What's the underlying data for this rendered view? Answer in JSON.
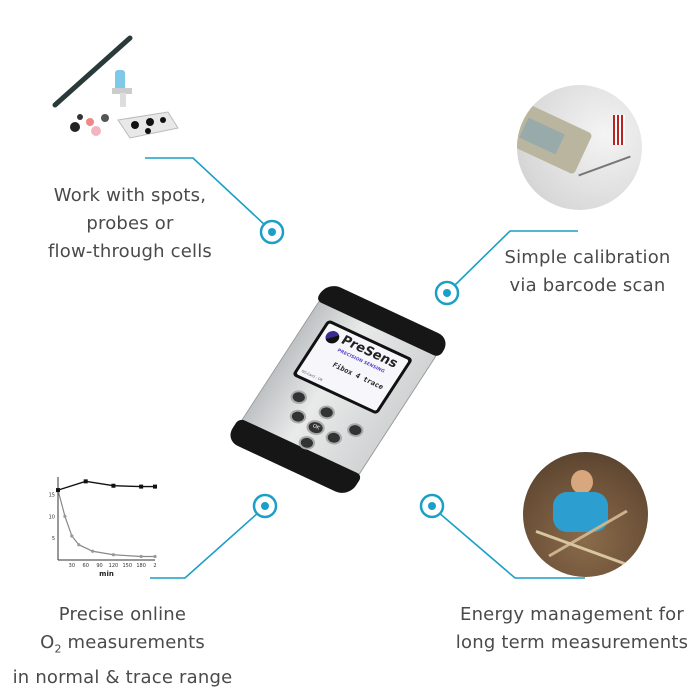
{
  "accent_color": "#1a9fc6",
  "features": [
    {
      "lines": [
        "Work with spots,",
        "probes or",
        "flow-through cells"
      ]
    },
    {
      "lines": [
        "Simple calibration",
        "via barcode scan"
      ]
    },
    {
      "lines": [
        "Precise online",
        "O",
        "2",
        " measurements",
        "in normal & trace range"
      ]
    },
    {
      "lines": [
        "Energy management for",
        "long term measurements"
      ]
    }
  ],
  "device": {
    "brand": "PreSens",
    "tagline": "PRECISION SENSING",
    "model": "Fibox 4 trace",
    "status": "SD-Card : OK",
    "ok_label": "OK"
  },
  "chart": {
    "xlabel": "min",
    "xticks": [
      "30",
      "60",
      "90",
      "120",
      "150",
      "180",
      "2"
    ],
    "yticks": [
      "5",
      "10",
      "15"
    ],
    "series_upper": [
      [
        0,
        16
      ],
      [
        60,
        18
      ],
      [
        120,
        17
      ],
      [
        180,
        16.8
      ],
      [
        210,
        16.8
      ]
    ],
    "series_lower": [
      [
        0,
        16
      ],
      [
        15,
        10
      ],
      [
        30,
        5.5
      ],
      [
        45,
        3.5
      ],
      [
        75,
        2
      ],
      [
        120,
        1.2
      ],
      [
        180,
        0.8
      ],
      [
        210,
        0.8
      ]
    ]
  }
}
